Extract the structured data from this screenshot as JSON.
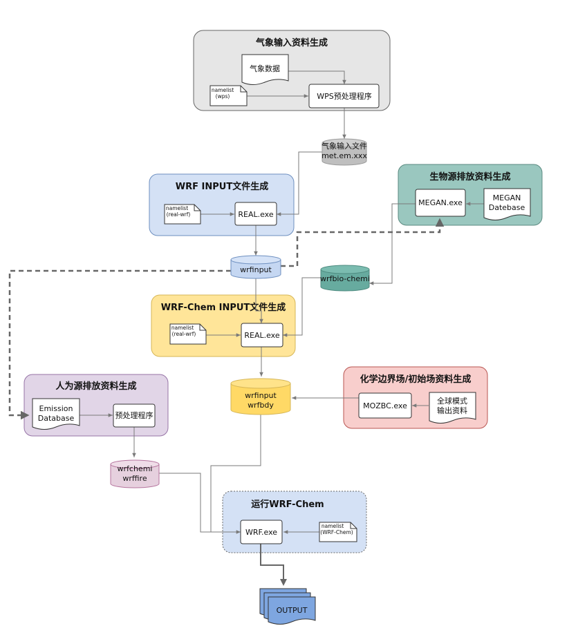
{
  "colors": {
    "grey_group": "#e6e6e6",
    "blue_group": "#d4e1f5",
    "teal_group": "#9ac7bf",
    "yellow_group": "#ffe599",
    "purple_group": "#e1d5e7",
    "red_group": "#f8cecc",
    "grey_cylinder": "#bfbfbf",
    "blue_cylinder": "#c5d7f2",
    "teal_cylinder": "#67ab9f",
    "yellow_cylinder": "#ffd966",
    "pink_cylinder": "#e6d0de",
    "output_blue": "#7ea6e0",
    "dashed_edge": "#666666"
  },
  "groups": {
    "met": {
      "title": "气象输入资料生成"
    },
    "wrf_input": {
      "title": "WRF INPUT文件生成"
    },
    "bio": {
      "title": "生物源排放资料生成"
    },
    "wrfchem_input": {
      "title": "WRF-Chem INPUT文件生成"
    },
    "anthro": {
      "title": "人为源排放资料生成"
    },
    "chem_bc": {
      "title": "化学边界场/初始场资料生成"
    },
    "run": {
      "title": "运行WRF-Chem"
    }
  },
  "nodes": {
    "met_data": "气象数据",
    "namelist_wps": [
      "namelist",
      "(wps)"
    ],
    "wps": "WPS预处理程序",
    "met_file": [
      "气象输入文件",
      "met.em.xxx"
    ],
    "namelist_real_1": [
      "namelist",
      "(real-wrf)"
    ],
    "real_1": "REAL.exe",
    "megan": "MEGAN.exe",
    "megan_db": [
      "MEGAN",
      "Datebase"
    ],
    "wrfinput_1": "wrfinput",
    "wrfbio": "wrfbio-chemi",
    "namelist_real_2": [
      "namelist",
      "(real-wrf)"
    ],
    "real_2": "REAL.exe",
    "emission_db": [
      "Emission",
      "Database"
    ],
    "preproc": "预处理程序",
    "wrfinput_bdy": [
      "wrfinput",
      "wrfbdy"
    ],
    "mozbc": "MOZBC.exe",
    "global_model": [
      "全球模式",
      "输出资料"
    ],
    "wrfchemi": [
      "wrfchemi",
      "wrffire"
    ],
    "wrf": "WRF.exe",
    "namelist_wrfchem": [
      "namelist",
      "(WRF-Chem)"
    ],
    "output": "OUTPUT"
  }
}
